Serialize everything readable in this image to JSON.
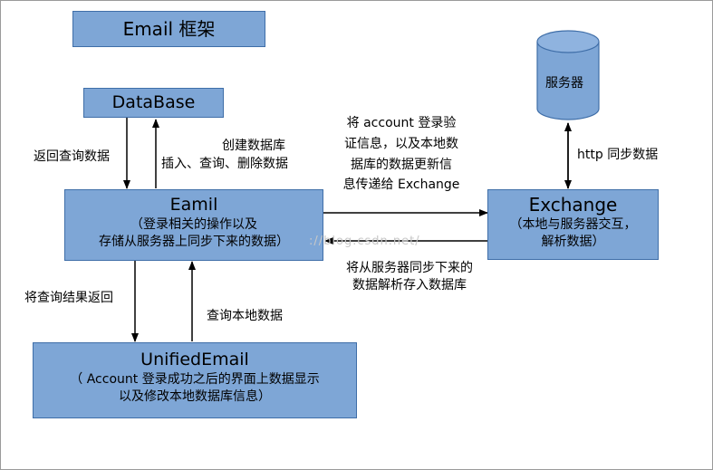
{
  "title": "Email  框架",
  "nodes": {
    "database": {
      "title": "DataBase"
    },
    "eamil": {
      "title": "Eamil",
      "sub1": "（登录相关的操作以及",
      "sub2": "存储从服务器上同步下来的数据）"
    },
    "exchange": {
      "title": "Exchange",
      "sub1": "（本地与服务器交互，",
      "sub2": "解析数据）"
    },
    "unified": {
      "title": "UnifiedEmail",
      "sub1": "（ Account 登录成功之后的界面上数据显示",
      "sub2": "以及修改本地数据库信息）"
    },
    "server": {
      "title": "服务器"
    }
  },
  "edges": {
    "db_to_eamil": "返回查询数据",
    "eamil_to_db_1": "创建数据库",
    "eamil_to_db_2": "插入、查询、删除数据",
    "eamil_to_exchange_1": "将 account 登录验",
    "eamil_to_exchange_2": "证信息，以及本地数",
    "eamil_to_exchange_3": "据库的数据更新信",
    "eamil_to_exchange_4": "息传递给 Exchange",
    "server_exchange": "http 同步数据",
    "exchange_to_eamil_1": "将从服务器同步下来的",
    "exchange_to_eamil_2": "数据解析存入数据库",
    "eamil_to_unified": "将查询结果返回",
    "unified_to_eamil": "查询本地数据"
  },
  "watermark": "://blog.csdn.net/",
  "colors": {
    "box_fill": "#7ea6d6",
    "box_border": "#3f6ea8",
    "arrow": "#000000"
  }
}
